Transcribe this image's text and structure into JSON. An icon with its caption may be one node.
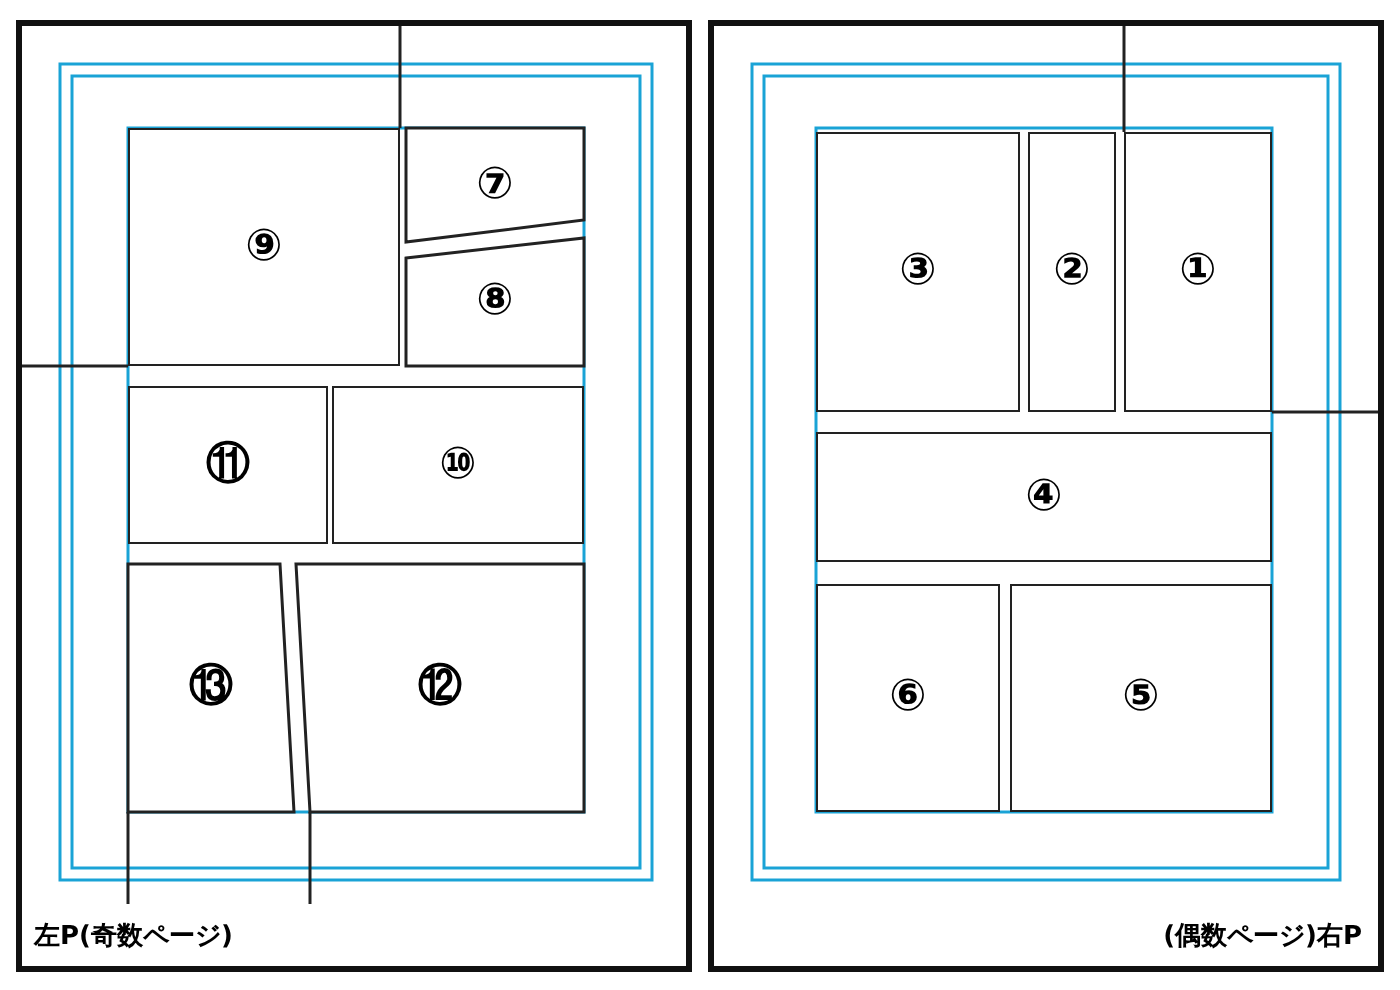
{
  "diagram": {
    "nodes": [
      {
        "text": [
          "左P(奇数ページ)"
        ]
      },
      {
        "text": [
          "⑨"
        ],
        "in": 0
      },
      {
        "text": [
          "⑦"
        ],
        "in": 0
      },
      {
        "text": [
          "⑧"
        ],
        "in": 0
      },
      {
        "text": [
          "⑪"
        ],
        "in": 0
      },
      {
        "text": [
          "⑩"
        ],
        "in": 0
      },
      {
        "text": [
          "⑬"
        ],
        "in": 0
      },
      {
        "text": [
          "⑫"
        ],
        "in": 0
      },
      {
        "text": [
          "(偶数ページ)右P"
        ]
      },
      {
        "text": [
          "③"
        ],
        "in": 8
      },
      {
        "text": [
          "②"
        ],
        "in": 8
      },
      {
        "text": [
          "①"
        ],
        "in": 8
      },
      {
        "text": [
          "④"
        ],
        "in": 8
      },
      {
        "text": [
          "⑥"
        ],
        "in": 8
      },
      {
        "text": [
          "⑤"
        ],
        "in": 8
      }
    ]
  }
}
